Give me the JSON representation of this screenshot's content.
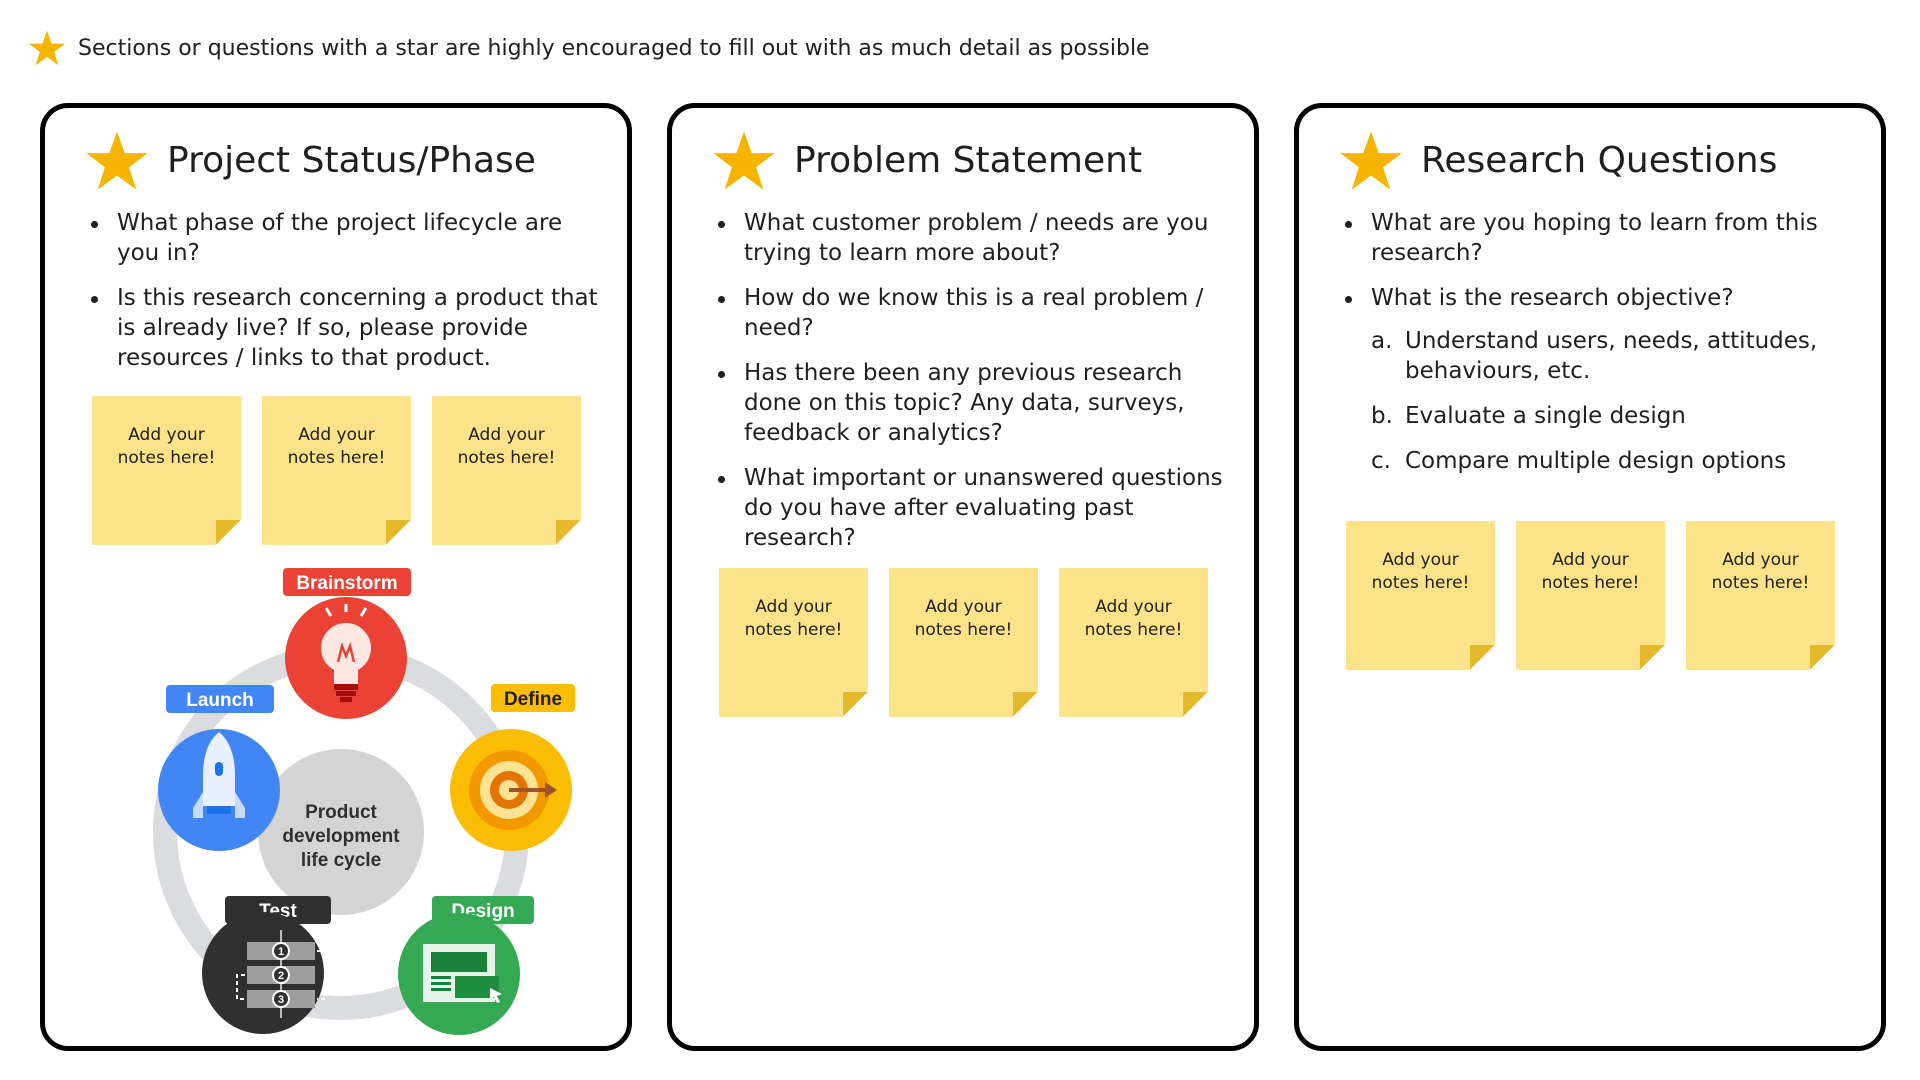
{
  "legend": {
    "icon": "star-icon",
    "text": "Sections or questions with a star are highly encouraged to fill out with as much detail as possible"
  },
  "colors": {
    "star": "#f4b400",
    "sticky": "#fce38a",
    "brainstorm": "#ea4335",
    "define": "#fbbc04",
    "design": "#34a853",
    "test": "#303030",
    "launch": "#4285f4"
  },
  "cards": [
    {
      "title": "Project Status/Phase",
      "questions": [
        "What phase of the project lifecycle are you in?",
        "Is this research concerning a product that is already live? If so, please provide resources / links to that product."
      ],
      "notes": [
        "Add your notes here!",
        "Add your notes here!",
        "Add your notes here!"
      ]
    },
    {
      "title": "Problem Statement",
      "questions": [
        "What customer problem / needs are you trying to learn more about?",
        "How do we know this is a real problem / need?",
        "Has there been any previous research done on this topic? Any data, surveys, feedback or analytics?",
        "What important or unanswered questions do you have after evaluating past research?"
      ],
      "notes": [
        "Add your notes here!",
        "Add your notes here!",
        "Add your notes here!"
      ]
    },
    {
      "title": "Research Questions",
      "questions": [
        "What are you hoping to learn from this research?",
        "What is the research objective?"
      ],
      "sub_items": [
        {
          "marker": "a.",
          "text": "Understand users, needs, attitudes, behaviours, etc."
        },
        {
          "marker": "b.",
          "text": "Evaluate a single design"
        },
        {
          "marker": "c.",
          "text": "Compare multiple design options"
        }
      ],
      "notes": [
        "Add your notes here!",
        "Add your notes here!",
        "Add your notes here!"
      ]
    }
  ],
  "cycle": {
    "center_label_lines": [
      "Product",
      "development",
      "life cycle"
    ],
    "stages": {
      "brainstorm": "Brainstorm",
      "define": "Define",
      "design": "Design",
      "test": "Test",
      "launch": "Launch"
    },
    "test_steps": [
      "1",
      "2",
      "3"
    ]
  }
}
